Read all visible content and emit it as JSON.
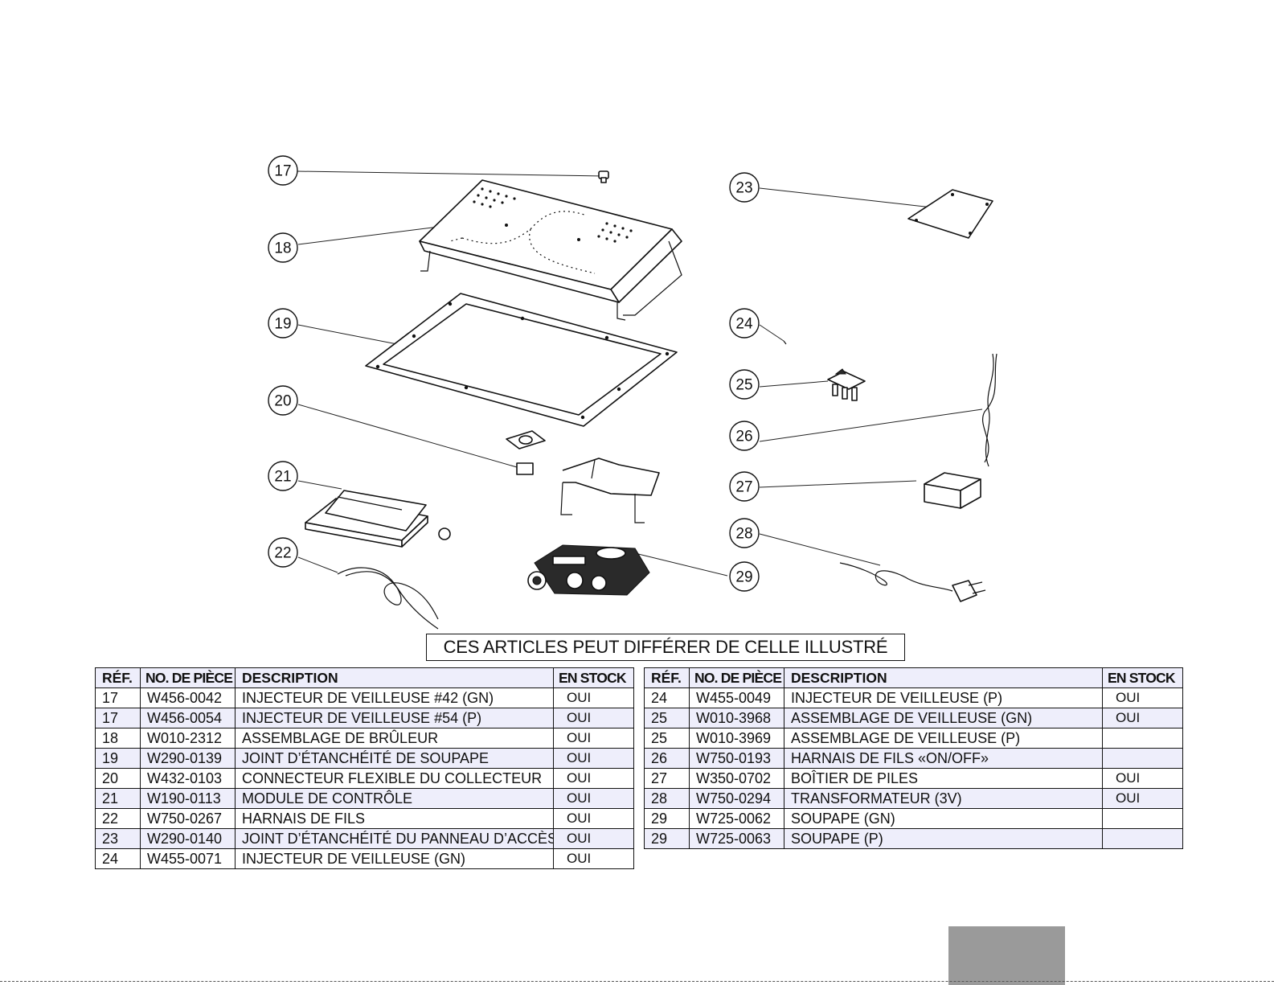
{
  "callouts": [
    "17",
    "18",
    "19",
    "20",
    "21",
    "22",
    "23",
    "24",
    "25",
    "26",
    "27",
    "28",
    "29"
  ],
  "disclaimer": "CES ARTICLES PEUT DIFFÉRER DE CELLE ILLUSTRÉ",
  "headers": {
    "ref": "RÉF.",
    "part_no": "NO. DE PIÈCE",
    "description": "DESCRIPTION",
    "stock": "EN STOCK"
  },
  "left_table": [
    {
      "ref": "17",
      "part_no": "W456-0042",
      "description": "INJECTEUR DE VEILLEUSE #42 (GN)",
      "stock": "OUI"
    },
    {
      "ref": "17",
      "part_no": "W456-0054",
      "description": "INJECTEUR DE VEILLEUSE #54 (P)",
      "stock": "OUI"
    },
    {
      "ref": "18",
      "part_no": "W010-2312",
      "description": "ASSEMBLAGE DE BRÛLEUR",
      "stock": "OUI"
    },
    {
      "ref": "19",
      "part_no": "W290-0139",
      "description": "JOINT D’ÉTANCHÉITÉ DE SOUPAPE",
      "stock": "OUI"
    },
    {
      "ref": "20",
      "part_no": "W432-0103",
      "description": "CONNECTEUR FLEXIBLE DU COLLECTEUR",
      "stock": "OUI"
    },
    {
      "ref": "21",
      "part_no": "W190-0113",
      "description": "MODULE DE CONTRÔLE",
      "stock": "OUI"
    },
    {
      "ref": "22",
      "part_no": "W750-0267",
      "description": "HARNAIS DE FILS",
      "stock": "OUI"
    },
    {
      "ref": "23",
      "part_no": "W290-0140",
      "description": "JOINT D’ÉTANCHÉITÉ DU PANNEAU D’ACCÈS",
      "stock": "OUI"
    },
    {
      "ref": "24",
      "part_no": "W455-0071",
      "description": "INJECTEUR DE VEILLEUSE (GN)",
      "stock": "OUI"
    }
  ],
  "right_table": [
    {
      "ref": "24",
      "part_no": "W455-0049",
      "description": "INJECTEUR DE VEILLEUSE (P)",
      "stock": "OUI"
    },
    {
      "ref": "25",
      "part_no": "W010-3968",
      "description": "ASSEMBLAGE DE VEILLEUSE (GN)",
      "stock": "OUI"
    },
    {
      "ref": "25",
      "part_no": "W010-3969",
      "description": "ASSEMBLAGE DE VEILLEUSE (P)",
      "stock": ""
    },
    {
      "ref": "26",
      "part_no": "W750-0193",
      "description": "HARNAIS DE FILS «ON/OFF»",
      "stock": ""
    },
    {
      "ref": "27",
      "part_no": "W350-0702",
      "description": "BOÎTIER DE PILES",
      "stock": "OUI"
    },
    {
      "ref": "28",
      "part_no": "W750-0294",
      "description": "TRANSFORMATEUR (3V)",
      "stock": "OUI"
    },
    {
      "ref": "29",
      "part_no": "W725-0062",
      "description": "SOUPAPE (GN)",
      "stock": ""
    },
    {
      "ref": "29",
      "part_no": "W725-0063",
      "description": "SOUPAPE (P)",
      "stock": ""
    }
  ]
}
